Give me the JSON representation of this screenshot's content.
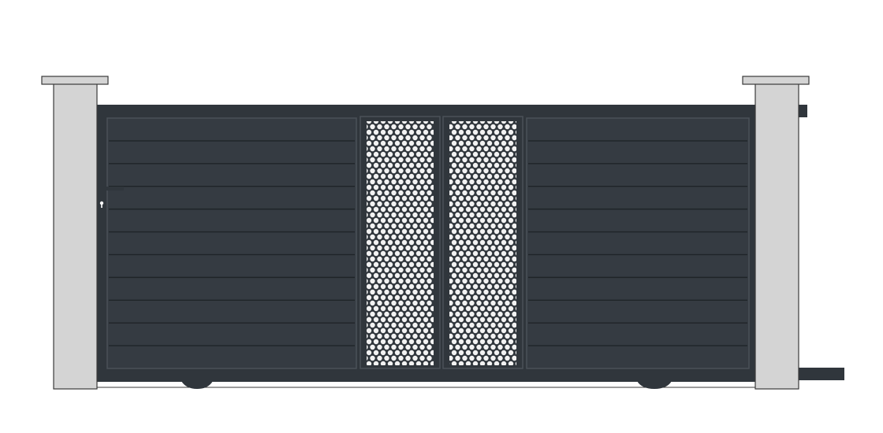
{
  "illustration": {
    "subject": "sliding-gate",
    "colors": {
      "background": "#ffffff",
      "gate_frame": "#30363c",
      "gate_panel": "#353b42",
      "slat_line": "#1f2428",
      "panel_edge": "#4a5158",
      "pillar_fill": "#d4d4d4",
      "pillar_stroke": "#3a3a3a",
      "perforation_hole": "#f2f2f2",
      "wheel": "#30363c",
      "hardware": "#30363c",
      "keyhole": "#ffffff"
    },
    "slats_per_side_panel": 11,
    "perforated_panel_count": 2,
    "wheel_count": 2,
    "pillar_count": 2,
    "icons": [
      "handle-icon",
      "keyhole-icon"
    ]
  }
}
